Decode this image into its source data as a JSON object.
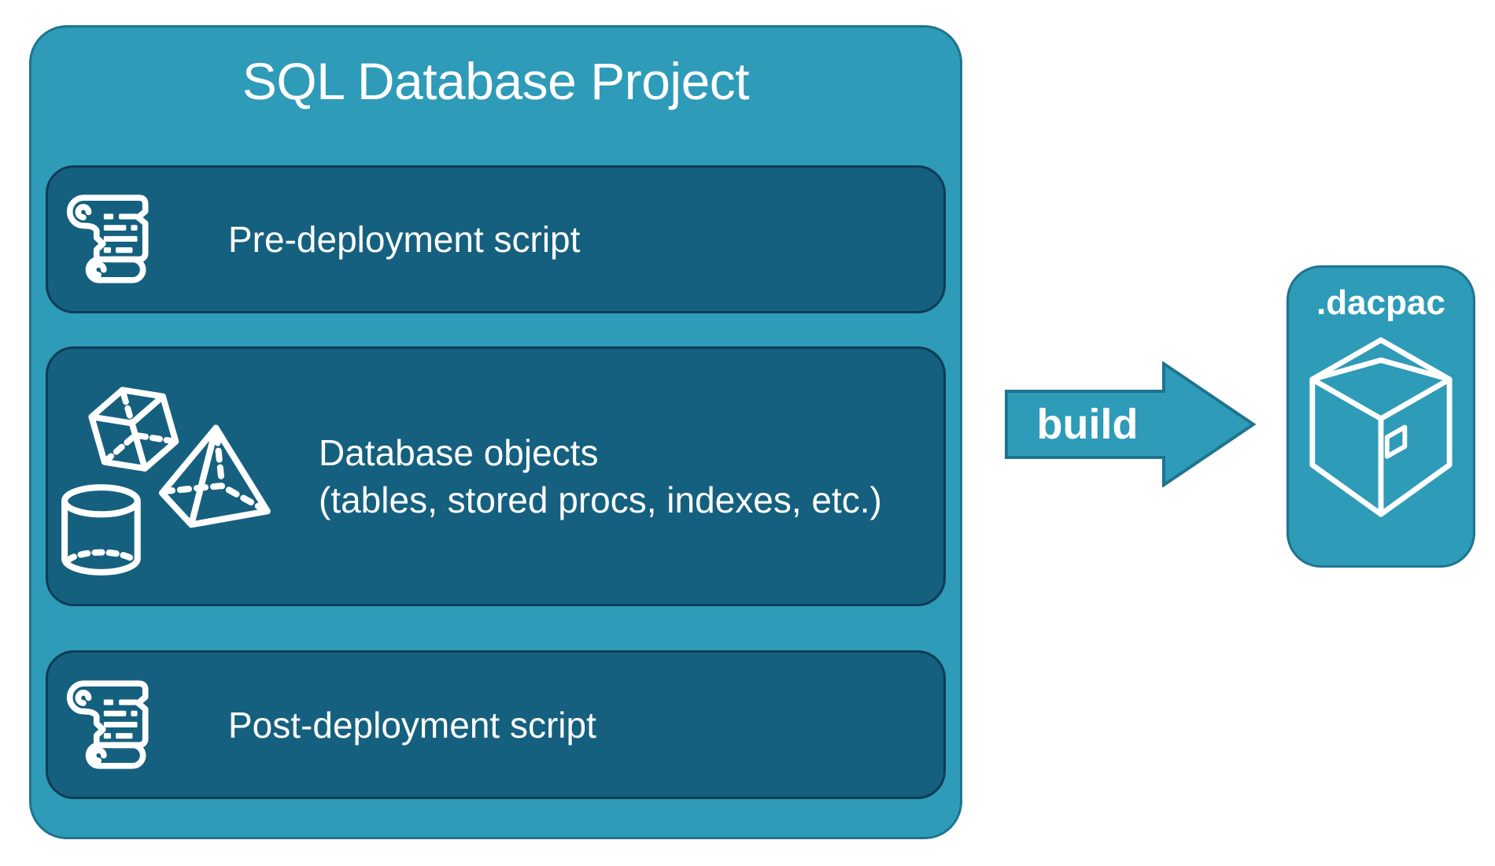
{
  "colors": {
    "teal_fill": "#2E9BB8",
    "teal_border": "#1E7490",
    "dark_panel_fill": "#15607F",
    "dark_panel_border": "#0D3C55",
    "text": "#FFFFFF"
  },
  "project": {
    "title": "SQL Database Project",
    "items": [
      {
        "id": "pre-deployment-script",
        "icon": "scroll-icon",
        "label": "Pre-deployment script"
      },
      {
        "id": "database-objects",
        "icon": "3d-shapes-icon",
        "label": "Database objects",
        "sublabel": "(tables, stored procs, indexes, etc.)"
      },
      {
        "id": "post-deployment-script",
        "icon": "scroll-icon",
        "label": "Post-deployment script"
      }
    ]
  },
  "build_arrow": {
    "label": "build"
  },
  "artifact": {
    "title": ".dacpac",
    "icon": "package-icon"
  }
}
